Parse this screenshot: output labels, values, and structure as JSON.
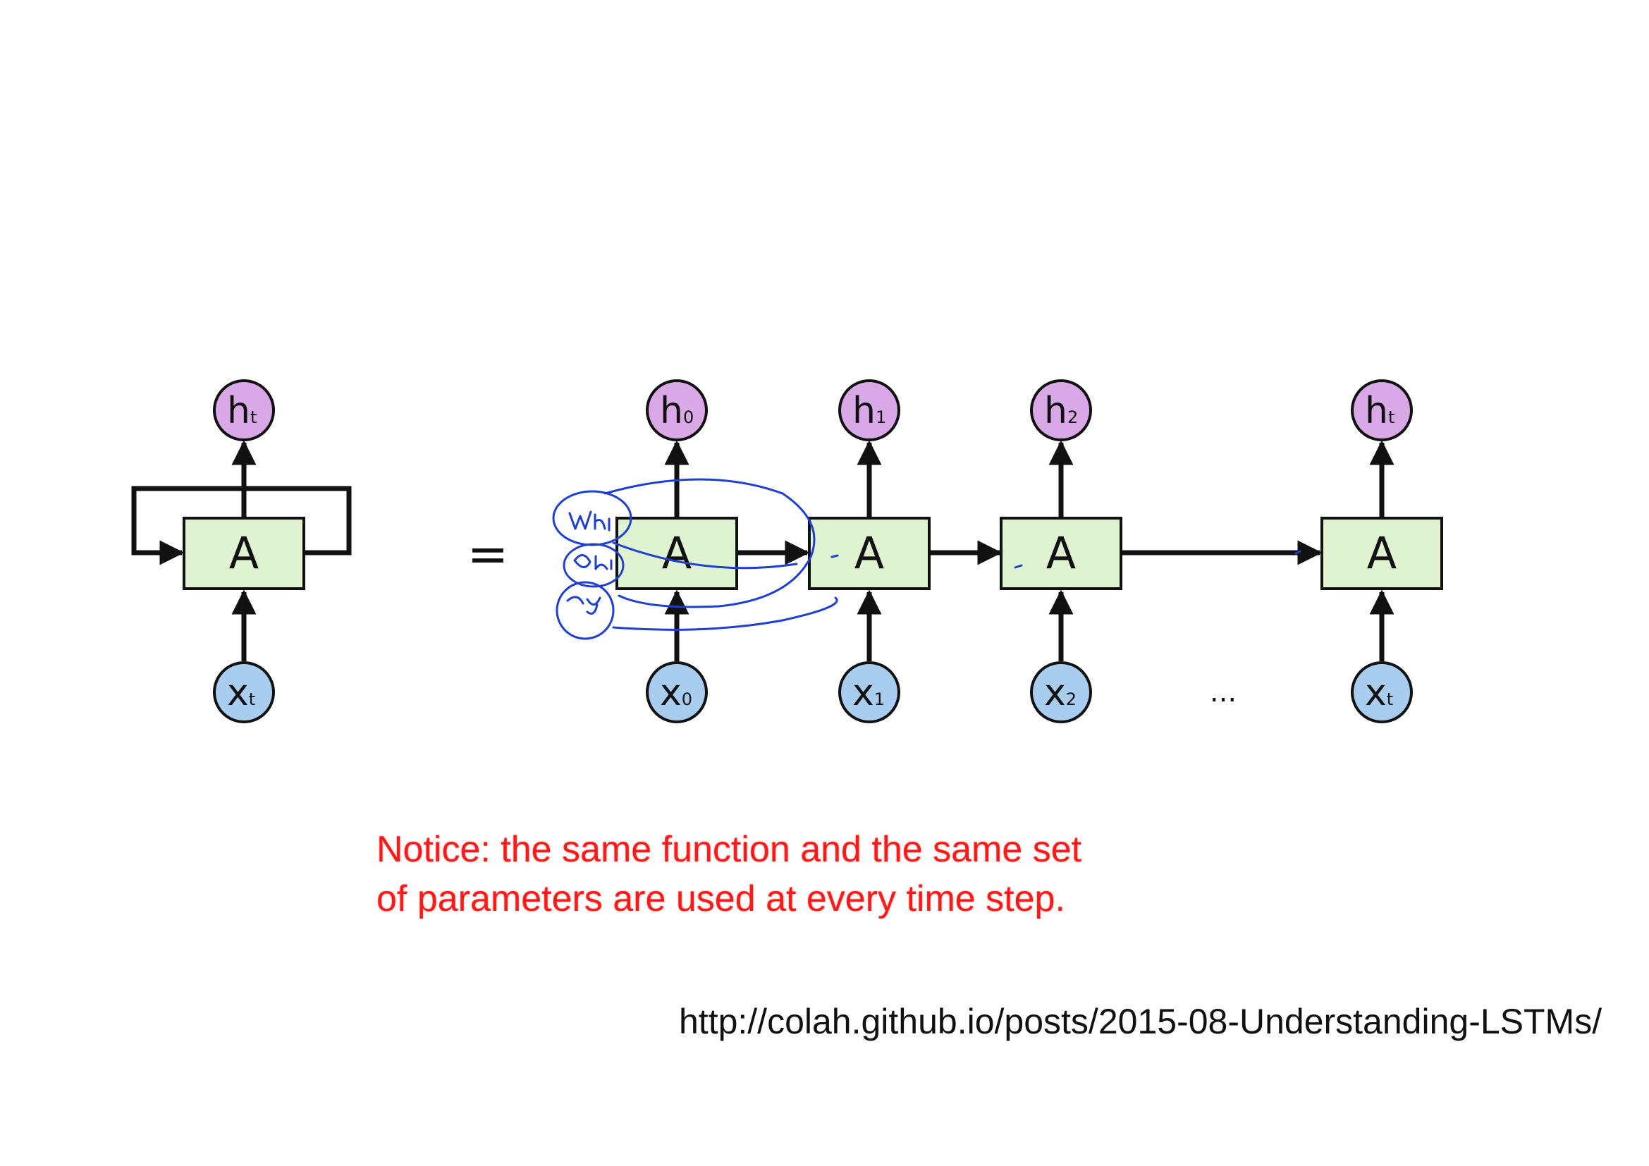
{
  "folded": {
    "cell": "A",
    "output": {
      "main": "h",
      "sub": "t"
    },
    "input": {
      "main": "x",
      "sub": "t"
    }
  },
  "equals": "=",
  "unrolled": [
    {
      "cell": "A",
      "output": {
        "main": "h",
        "sub": "0"
      },
      "input": {
        "main": "x",
        "sub": "0"
      }
    },
    {
      "cell": "A",
      "output": {
        "main": "h",
        "sub": "1"
      },
      "input": {
        "main": "x",
        "sub": "1"
      }
    },
    {
      "cell": "A",
      "output": {
        "main": "h",
        "sub": "2"
      },
      "input": {
        "main": "x",
        "sub": "2"
      }
    },
    {
      "cell": "A",
      "output": {
        "main": "h",
        "sub": "t"
      },
      "input": {
        "main": "x",
        "sub": "t"
      }
    }
  ],
  "ellipsis": "...",
  "notice": {
    "line1": "Notice: the same function and the same set",
    "line2": "of parameters are used at every time step."
  },
  "source_url": "http://colah.github.io/posts/2015-08-Understanding-LSTMs/",
  "colors": {
    "cell_fill": "#dff3d0",
    "output_fill": "#d9a8e6",
    "input_fill": "#a8cdee",
    "stroke": "#111111",
    "notice": "#ff1a1a",
    "annotation": "#1f3fcf"
  }
}
